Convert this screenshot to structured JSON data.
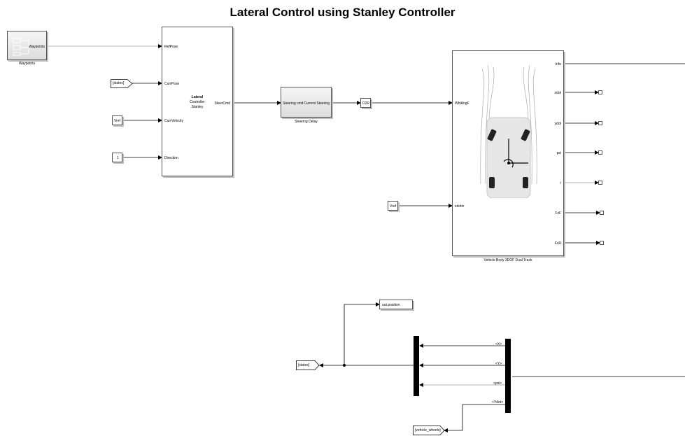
{
  "title": "Lateral Control using Stanley Controller",
  "waypoints": {
    "port": "Waypoints",
    "caption": "Waypoints"
  },
  "lateral": {
    "in_ports": [
      "RefPose",
      "CurrPose",
      "CurrVelocity",
      "Direction"
    ],
    "out_port": "SteerCmd",
    "label_line1": "Lateral",
    "label_line2": "Controller",
    "label_line3": "Stanley"
  },
  "sources": {
    "states_tag": "[states]",
    "vref1": "Vref",
    "direction_const": "1",
    "vref2": "Vref"
  },
  "steering": {
    "in_port": "Steering cmd",
    "out_port": "Current Steering",
    "caption": "Steering Delay"
  },
  "d2r": "D2R",
  "vehicle": {
    "in_ports": [
      "WhlAngF",
      "xdotin"
    ],
    "out_ports": [
      "Info",
      "xdot",
      "ydot",
      "psi",
      "r",
      "FzF",
      "FzR"
    ],
    "caption": "Vehicle Body 3DOF Dual Track"
  },
  "bottom": {
    "out_position": "out.position",
    "states_goto": "[states]",
    "vehicle_wheels": "[vehicle_wheels]",
    "bus_labels": [
      "<X>",
      "<Y>",
      "<psi>",
      "<Ydot>"
    ]
  }
}
